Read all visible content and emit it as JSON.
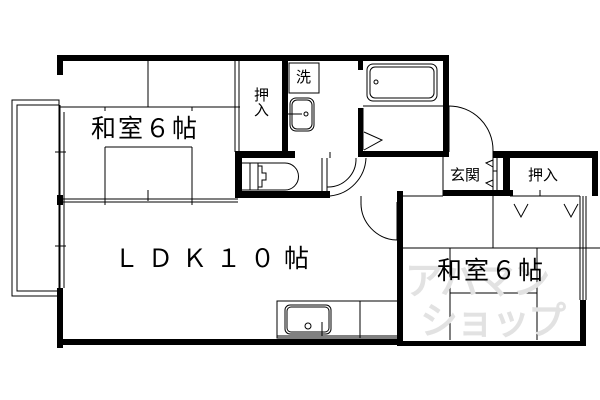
{
  "floor_plan": {
    "rooms": {
      "washitsu_top": {
        "label": "和室６帖",
        "type": "Japanese-style room",
        "size_jo": 6
      },
      "ldk": {
        "label": "ＬＤＫ１０帖",
        "type": "Living Dining Kitchen",
        "size_jo": 10
      },
      "washitsu_bottom": {
        "label": "和室６帖",
        "type": "Japanese-style room",
        "size_jo": 6
      },
      "oshiire_top": {
        "label": "押入",
        "type": "closet"
      },
      "oshiire_right": {
        "label": "押入",
        "type": "closet"
      },
      "sentaku": {
        "label": "洗",
        "type": "washing machine space"
      },
      "genkan": {
        "label": "玄関",
        "type": "entrance"
      }
    },
    "fixtures": [
      "bathtub-icon",
      "washbasin-icon",
      "toilet-icon",
      "kitchen-sink-icon"
    ],
    "watermark": {
      "line1": "アパマン",
      "line2": "ショップ"
    },
    "colors": {
      "wall": "#000000",
      "background": "#ffffff",
      "watermark": "#e2e2e2"
    }
  }
}
